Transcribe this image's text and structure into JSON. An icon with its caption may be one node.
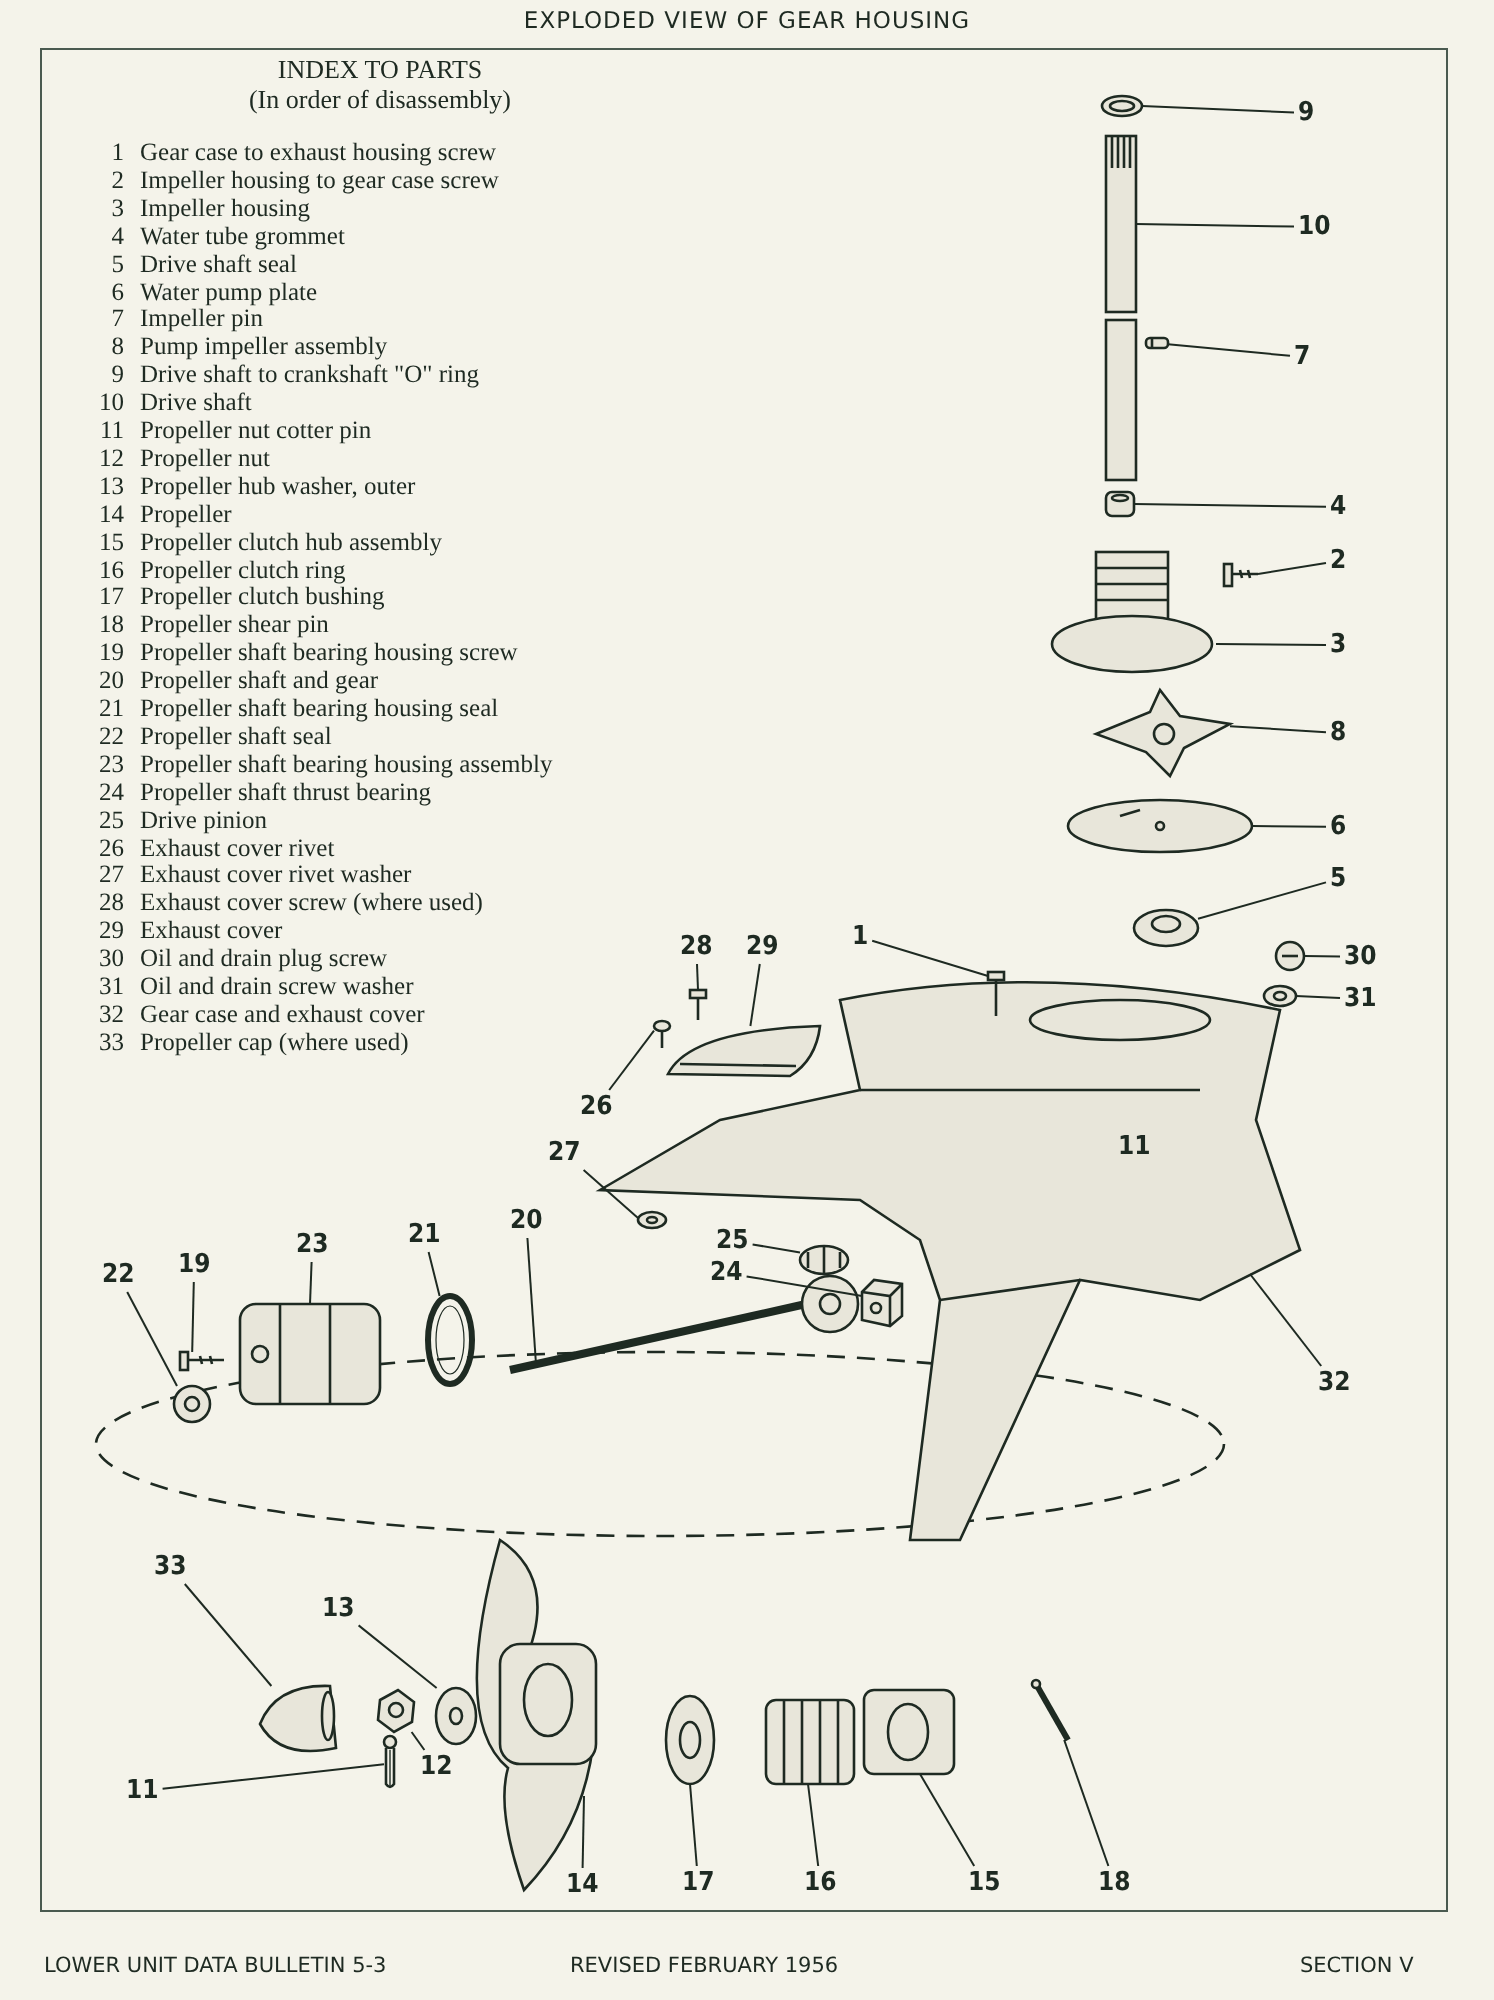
{
  "diagram": {
    "title": "EXPLODED VIEW OF GEAR HOUSING",
    "nodes": [
      {
        "text": [
          "9"
        ]
      },
      {
        "text": [
          "10"
        ]
      },
      {
        "text": [
          "7"
        ]
      },
      {
        "text": [
          "4"
        ]
      },
      {
        "text": [
          "2"
        ]
      },
      {
        "text": [
          "3"
        ]
      },
      {
        "text": [
          "8"
        ]
      },
      {
        "text": [
          "6"
        ]
      },
      {
        "text": [
          "5"
        ]
      },
      {
        "text": [
          "28"
        ]
      },
      {
        "text": [
          "29"
        ]
      },
      {
        "text": [
          "1"
        ]
      },
      {
        "text": [
          "30"
        ]
      },
      {
        "text": [
          "31"
        ]
      },
      {
        "text": [
          "26"
        ]
      },
      {
        "text": [
          "27"
        ]
      },
      {
        "text": [
          "25"
        ]
      },
      {
        "text": [
          "20"
        ]
      },
      {
        "text": [
          "21"
        ]
      },
      {
        "text": [
          "23"
        ]
      },
      {
        "text": [
          "24"
        ]
      },
      {
        "text": [
          "19"
        ]
      },
      {
        "text": [
          "22"
        ]
      },
      {
        "text": [
          "32"
        ]
      },
      {
        "text": [
          "33"
        ]
      },
      {
        "text": [
          "13"
        ]
      },
      {
        "text": [
          "12"
        ]
      },
      {
        "text": [
          "11"
        ]
      },
      {
        "text": [
          "14"
        ]
      },
      {
        "text": [
          "17"
        ]
      },
      {
        "text": [
          "16"
        ]
      },
      {
        "text": [
          "15"
        ]
      },
      {
        "text": [
          "18"
        ]
      },
      {
        "text": [],
        "shape": "picture"
      },
      {
        "text": [],
        "shape": "picture"
      },
      {
        "text": [],
        "shape": "picture"
      },
      {
        "text": [],
        "shape": "picture"
      },
      {
        "text": [],
        "shape": "picture"
      },
      {
        "text": [],
        "shape": "picture"
      },
      {
        "text": [],
        "shape": "picture"
      },
      {
        "text": [],
        "shape": "picture"
      },
      {
        "text": [],
        "shape": "picture"
      },
      {
        "text": [],
        "shape": "picture"
      },
      {
        "text": [],
        "shape": "picture"
      },
      {
        "text": [],
        "shape": "picture",
        "in": 56
      },
      {
        "text": [],
        "shape": "picture"
      },
      {
        "text": [],
        "shape": "picture"
      },
      {
        "text": [],
        "shape": "picture"
      },
      {
        "text": [],
        "shape": "picture"
      },
      {
        "text": [],
        "shape": "picture"
      },
      {
        "text": [],
        "shape": "picture"
      },
      {
        "text": [],
        "shape": "picture"
      },
      {
        "text": [],
        "shape": "picture"
      },
      {
        "text": [],
        "shape": "picture"
      },
      {
        "text": [],
        "shape": "picture"
      },
      {
        "text": [],
        "shape": "picture"
      },
      {
        "text": [],
        "shape": "picture"
      },
      {
        "text": [],
        "shape": "picture"
      },
      {
        "text": [],
        "shape": "picture"
      },
      {
        "text": [],
        "shape": "picture"
      },
      {
        "text": [],
        "shape": "picture"
      },
      {
        "text": [],
        "shape": "picture"
      },
      {
        "text": [],
        "shape": "picture"
      },
      {
        "text": [],
        "shape": "picture"
      },
      {
        "text": [],
        "shape": "picture"
      },
      {
        "text": [],
        "shape": "picture"
      }
    ],
    "edges": [
      {
        "from": 0,
        "to": 33,
        "arrow": "none"
      },
      {
        "from": 1,
        "to": 34,
        "arrow": "none"
      },
      {
        "from": 2,
        "to": 35,
        "arrow": "none"
      },
      {
        "from": 3,
        "to": 36,
        "arrow": "none"
      },
      {
        "from": 4,
        "to": 37,
        "arrow": "none"
      },
      {
        "from": 5,
        "to": 38,
        "arrow": "none"
      },
      {
        "from": 6,
        "to": 39,
        "arrow": "none"
      },
      {
        "from": 7,
        "to": 40,
        "arrow": "none"
      },
      {
        "from": 8,
        "to": 41,
        "arrow": "none"
      },
      {
        "from": 9,
        "to": 42,
        "arrow": "none"
      },
      {
        "from": 10,
        "to": 43,
        "arrow": "none"
      },
      {
        "from": 11,
        "to": 44,
        "arrow": "none"
      },
      {
        "from": 12,
        "to": 45,
        "arrow": "none"
      },
      {
        "from": 13,
        "to": 46,
        "arrow": "none"
      },
      {
        "from": 14,
        "to": 47,
        "arrow": "none"
      },
      {
        "from": 15,
        "to": 48,
        "arrow": "none"
      },
      {
        "from": 16,
        "to": 49,
        "arrow": "none"
      },
      {
        "from": 17,
        "to": 50,
        "arrow": "none"
      },
      {
        "from": 18,
        "to": 51,
        "arrow": "none"
      },
      {
        "from": 19,
        "to": 52,
        "arrow": "none"
      },
      {
        "from": 20,
        "to": 53,
        "arrow": "none"
      },
      {
        "from": 21,
        "to": 54,
        "arrow": "none"
      },
      {
        "from": 22,
        "to": 55,
        "arrow": "none"
      },
      {
        "from": 23,
        "to": 56,
        "arrow": "none"
      },
      {
        "from": 24,
        "to": 57,
        "arrow": "none"
      },
      {
        "from": 25,
        "to": 58,
        "arrow": "none"
      },
      {
        "from": 26,
        "to": 59,
        "arrow": "none"
      },
      {
        "from": 27,
        "to": 60,
        "arrow": "none"
      },
      {
        "from": 28,
        "to": 61,
        "arrow": "none"
      },
      {
        "from": 29,
        "to": 62,
        "arrow": "none"
      },
      {
        "from": 30,
        "to": 63,
        "arrow": "none"
      },
      {
        "from": 31,
        "to": 64,
        "arrow": "none"
      },
      {
        "from": 32,
        "to": 65,
        "arrow": "none"
      }
    ],
    "labels": [
      "INDEX TO PARTS",
      "(In order of disassembly)",
      "1",
      "Gear case to exhaust housing screw",
      "2",
      "Impeller housing to gear case screw",
      "3",
      "Impeller housing",
      "4",
      "Water tube grommet",
      "5",
      "Drive shaft seal",
      "6",
      "Water pump plate",
      "7",
      "Impeller pin",
      "8",
      "Pump impeller assembly",
      "9",
      "Drive shaft to crankshaft \"O\" ring",
      "10",
      "Drive shaft",
      "11",
      "Propeller nut cotter pin",
      "12",
      "Propeller nut",
      "13",
      "Propeller hub washer, outer",
      "14",
      "Propeller",
      "15",
      "Propeller clutch hub assembly",
      "16",
      "Propeller clutch ring",
      "17",
      "Propeller clutch bushing",
      "18",
      "Propeller shear pin",
      "19",
      "Propeller shaft bearing housing screw",
      "20",
      "Propeller shaft and gear",
      "21",
      "Propeller shaft bearing housing seal",
      "22",
      "Propeller shaft seal",
      "23",
      "Propeller shaft bearing housing assembly",
      "24",
      "Propeller shaft thrust bearing",
      "25",
      "Drive pinion",
      "26",
      "Exhaust cover rivet",
      "27",
      "Exhaust cover rivet washer",
      "28",
      "Exhaust cover screw (where used)",
      "29",
      "Exhaust cover",
      "30",
      "Oil and drain plug screw",
      "31",
      "Oil and drain screw washer",
      "32",
      "Gear case and exhaust cover",
      "33",
      "Propeller cap (where used)",
      "11",
      "LOWER UNIT DATA BULLETIN 5-3",
      "REVISED FEBRUARY 1956",
      "SECTION V"
    ]
  }
}
